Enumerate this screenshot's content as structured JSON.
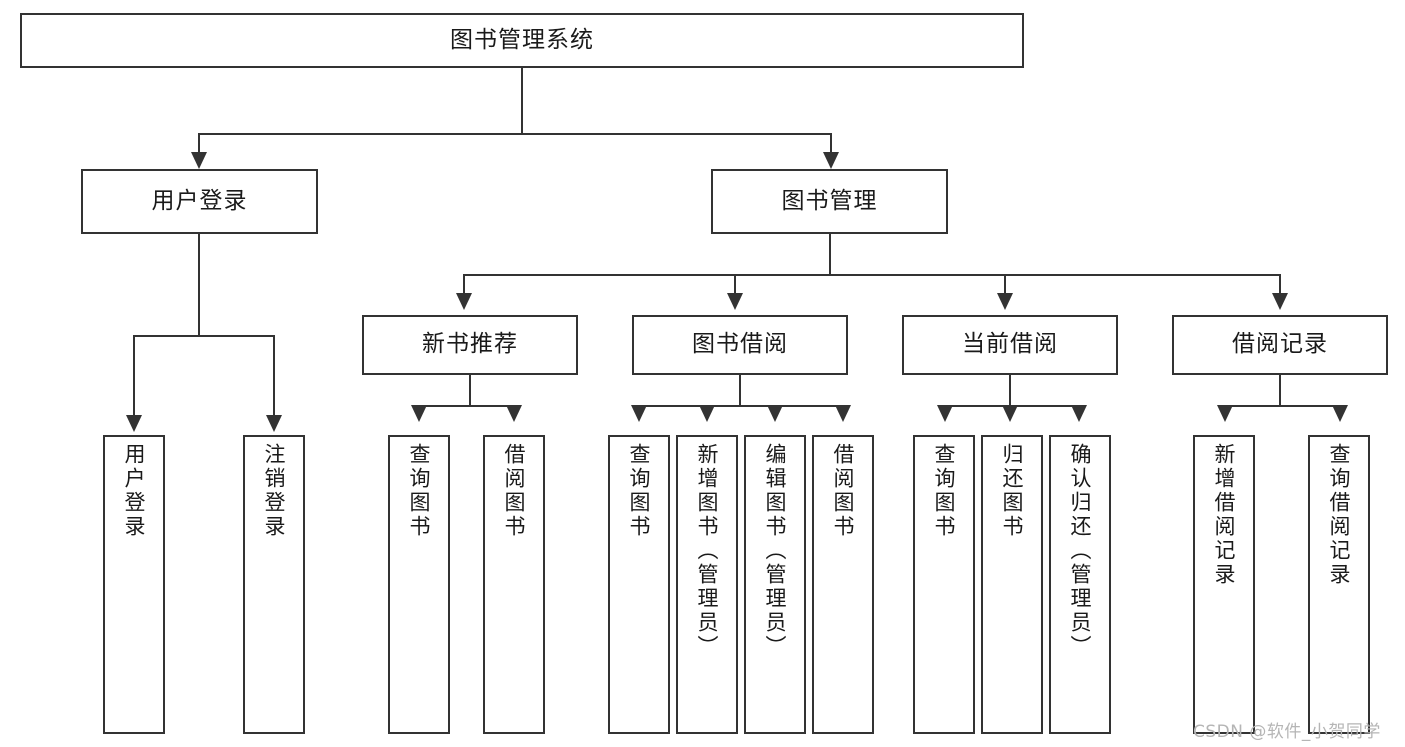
{
  "diagram": {
    "type": "tree-hierarchy",
    "title": "图书管理系统",
    "root": {
      "label": "图书管理系统"
    },
    "level1": [
      {
        "id": "user-login",
        "label": "用户登录"
      },
      {
        "id": "book-management",
        "label": "图书管理"
      }
    ],
    "level2": [
      {
        "id": "new-book-recommend",
        "label": "新书推荐",
        "parent": "book-management"
      },
      {
        "id": "book-borrow",
        "label": "图书借阅",
        "parent": "book-management"
      },
      {
        "id": "current-borrow",
        "label": "当前借阅",
        "parent": "book-management"
      },
      {
        "id": "borrow-record",
        "label": "借阅记录",
        "parent": "book-management"
      }
    ],
    "leaves": [
      {
        "id": "leaf-user-login",
        "label": "用户登录",
        "parent": "user-login"
      },
      {
        "id": "leaf-logout-login",
        "label": "注销登录",
        "parent": "user-login"
      },
      {
        "id": "leaf-query-book-1",
        "label": "查询图书",
        "parent": "new-book-recommend"
      },
      {
        "id": "leaf-borrow-book-1",
        "label": "借阅图书",
        "parent": "new-book-recommend"
      },
      {
        "id": "leaf-query-book-2",
        "label": "查询图书",
        "parent": "book-borrow"
      },
      {
        "id": "leaf-add-book",
        "label": "新增图书（管理员）",
        "parent": "book-borrow"
      },
      {
        "id": "leaf-edit-book",
        "label": "编辑图书（管理员）",
        "parent": "book-borrow"
      },
      {
        "id": "leaf-borrow-book-2",
        "label": "借阅图书",
        "parent": "book-borrow"
      },
      {
        "id": "leaf-query-book-3",
        "label": "查询图书",
        "parent": "current-borrow"
      },
      {
        "id": "leaf-return-book",
        "label": "归还图书",
        "parent": "current-borrow"
      },
      {
        "id": "leaf-confirm-return",
        "label": "确认归还（管理员）",
        "parent": "current-borrow"
      },
      {
        "id": "leaf-add-record",
        "label": "新增借阅记录",
        "parent": "borrow-record"
      },
      {
        "id": "leaf-query-record",
        "label": "查询借阅记录",
        "parent": "borrow-record"
      }
    ],
    "watermark": "CSDN @软件_小贺同学",
    "colors": {
      "stroke": "#333333",
      "fill": "#ffffff",
      "text": "#1a1a1a",
      "watermark": "#b5b5b5"
    }
  }
}
